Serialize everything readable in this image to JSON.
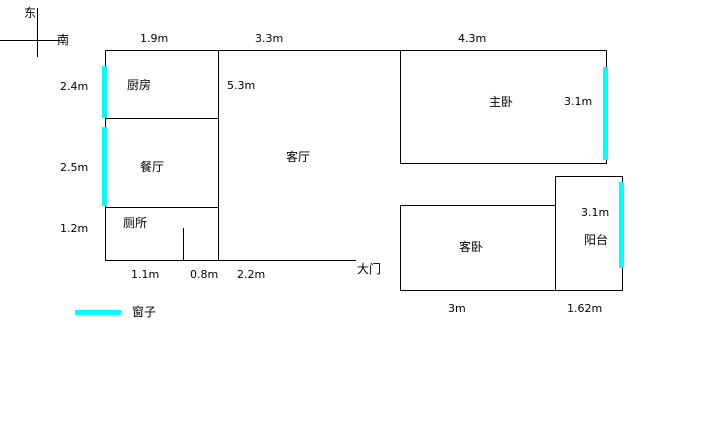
{
  "compass": {
    "east_label": "东",
    "south_label": "南"
  },
  "floorplan": {
    "rooms": {
      "kitchen": "厨房",
      "dining_room": "餐厅",
      "toilet": "厕所",
      "living_room": "客厅",
      "master_bedroom": "主卧",
      "guest_bedroom": "客卧",
      "balcony": "阳台"
    },
    "main_door_label": "大门",
    "dimensions": {
      "top_width_left": "1.9m",
      "top_width_middle": "3.3m",
      "top_width_right": "4.3m",
      "left_height_kitchen": "2.4m",
      "left_height_dining": "2.5m",
      "left_height_toilet": "1.2m",
      "living_room_depth": "5.3m",
      "master_window": "3.1m",
      "balcony_window": "3.1m",
      "bottom_toilet": "1.1m",
      "bottom_passage": "0.8m",
      "bottom_living": "2.2m",
      "guest_width": "3m",
      "balcony_width": "1.62m"
    }
  },
  "legend": {
    "window_label": "窗子",
    "window_color": "#00ffff"
  }
}
